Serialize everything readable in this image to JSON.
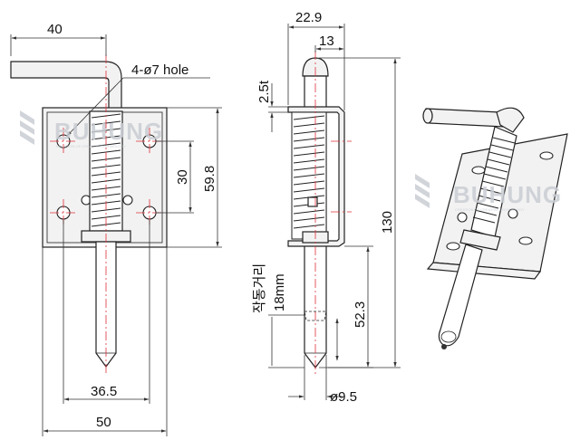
{
  "front_view": {
    "dim_top_width": "40",
    "hole_callout": "4-ø7 hole",
    "dim_hole_spacing_v": "30",
    "dim_plate_height": "59.8",
    "dim_hole_spacing_h": "36.5",
    "dim_plate_width": "50"
  },
  "side_view": {
    "dim_overall_width": "22.9",
    "dim_pin_offset": "13",
    "dim_thickness": "2.5t",
    "dim_total_height": "130",
    "dim_pin_extension": "52.3",
    "dim_pin_diameter": "ø9.5",
    "stroke_label_ko": "작동거리",
    "stroke_value": "18mm"
  },
  "watermark": {
    "brand": "BUHUNG",
    "tagline": "CREATION OF CREATIVE TECHNOLOGY",
    "color": "#c9cdd3"
  },
  "colors": {
    "centerline": "#e0303a",
    "outline": "#222222"
  }
}
